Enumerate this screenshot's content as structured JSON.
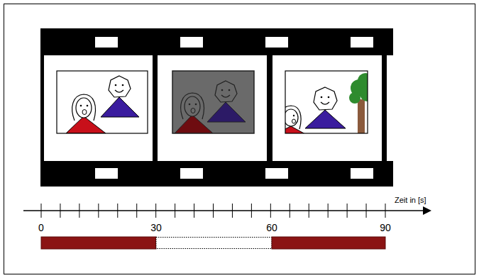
{
  "diagram": {
    "labels": [
      "Zeit in [s]",
      "0",
      "30",
      "60",
      "90"
    ]
  }
}
